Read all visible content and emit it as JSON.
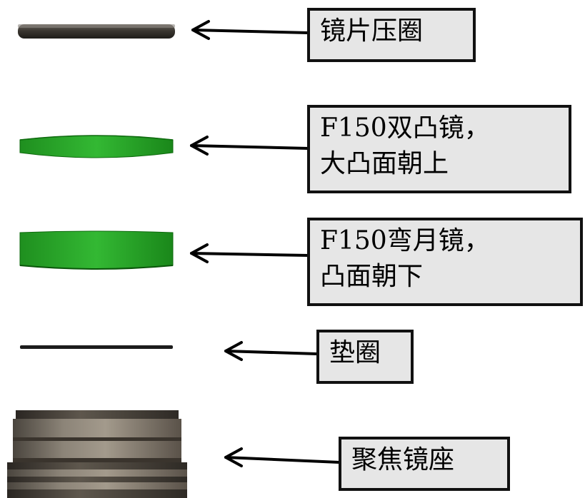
{
  "parts": [
    {
      "name": "lens-retaining-ring",
      "lines": [
        "镜片压圈"
      ]
    },
    {
      "name": "biconvex-lens",
      "lines": [
        "F150双凸镜，",
        "大凸面朝上"
      ]
    },
    {
      "name": "meniscus-lens",
      "lines": [
        "F150弯月镜，",
        "凸面朝下"
      ]
    },
    {
      "name": "gasket",
      "lines": [
        "垫圈"
      ]
    },
    {
      "name": "focus-lens-seat",
      "lines": [
        "聚焦镜座"
      ]
    }
  ],
  "colors": {
    "metal_dark": "#3a3630",
    "metal_mid": "#7a7266",
    "lens_green": "#2aa52a",
    "label_bg": "#e6e6e6",
    "border": "#111111"
  }
}
